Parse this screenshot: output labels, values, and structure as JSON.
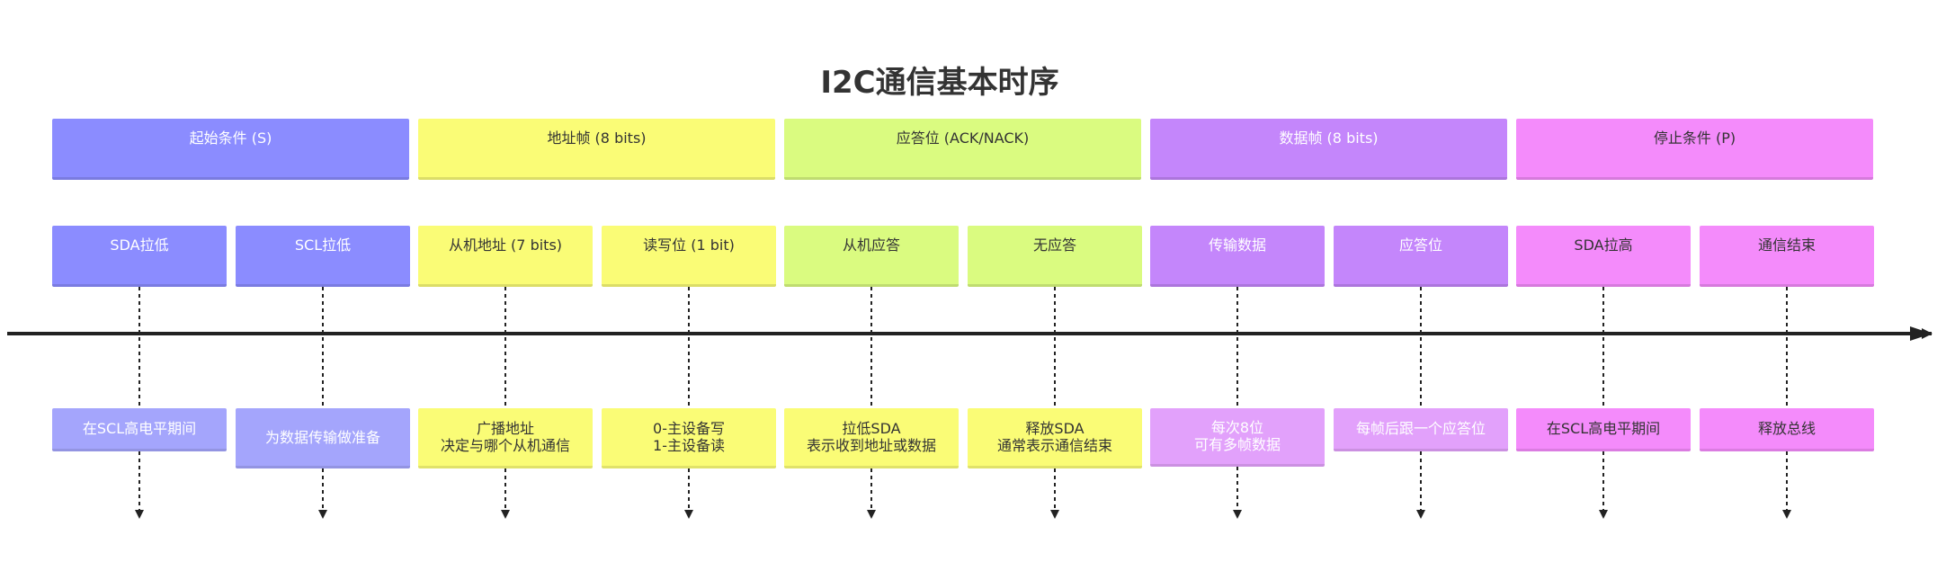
{
  "title": "I2C通信基本时序",
  "colors": {
    "purple": "#8b8cff",
    "purple_light": "#a4a5fc",
    "yellow": "#fafc76",
    "green": "#dafb80",
    "violet": "#c486fb",
    "violet_light": "#e2a1fb",
    "pink": "#f48bfb",
    "axis": "#222222"
  },
  "sections": [
    {
      "label": "起始条件 (S)",
      "color": "purple",
      "text": "light"
    },
    {
      "label": "地址帧 (8 bits)",
      "color": "yellow",
      "text": "dark"
    },
    {
      "label": "应答位 (ACK/NACK)",
      "color": "green",
      "text": "dark"
    },
    {
      "label": "数据帧 (8 bits)",
      "color": "violet",
      "text": "light"
    },
    {
      "label": "停止条件 (P)",
      "color": "pink",
      "text": "dark"
    }
  ],
  "events": [
    {
      "label": "SDA拉低",
      "note": "在SCL高电平期间",
      "color": "purple",
      "note_color": "purple_light",
      "text": "light"
    },
    {
      "label": "SCL拉低",
      "note": "为数据传输做准备",
      "color": "purple",
      "note_color": "purple_light",
      "text": "light"
    },
    {
      "label": "从机地址 (7 bits)",
      "note": "广播地址\n决定与哪个从机通信",
      "color": "yellow",
      "note_color": "yellow",
      "text": "dark"
    },
    {
      "label": "读写位 (1 bit)",
      "note": "0-主设备写\n1-主设备读",
      "color": "yellow",
      "note_color": "yellow",
      "text": "dark"
    },
    {
      "label": "从机应答",
      "note": "拉低SDA\n表示收到地址或数据",
      "color": "green",
      "note_color": "yellow",
      "text": "dark"
    },
    {
      "label": "无应答",
      "note": "释放SDA\n通常表示通信结束",
      "color": "green",
      "note_color": "yellow",
      "text": "dark"
    },
    {
      "label": "传输数据",
      "note": "每次8位\n可有多帧数据",
      "color": "violet",
      "note_color": "violet_light",
      "text": "light"
    },
    {
      "label": "应答位",
      "note": "每帧后跟一个应答位",
      "color": "violet",
      "note_color": "violet_light",
      "text": "light"
    },
    {
      "label": "SDA拉高",
      "note": "在SCL高电平期间",
      "color": "pink",
      "note_color": "pink",
      "text": "dark"
    },
    {
      "label": "通信结束",
      "note": "释放总线",
      "color": "pink",
      "note_color": "pink",
      "text": "dark"
    }
  ]
}
